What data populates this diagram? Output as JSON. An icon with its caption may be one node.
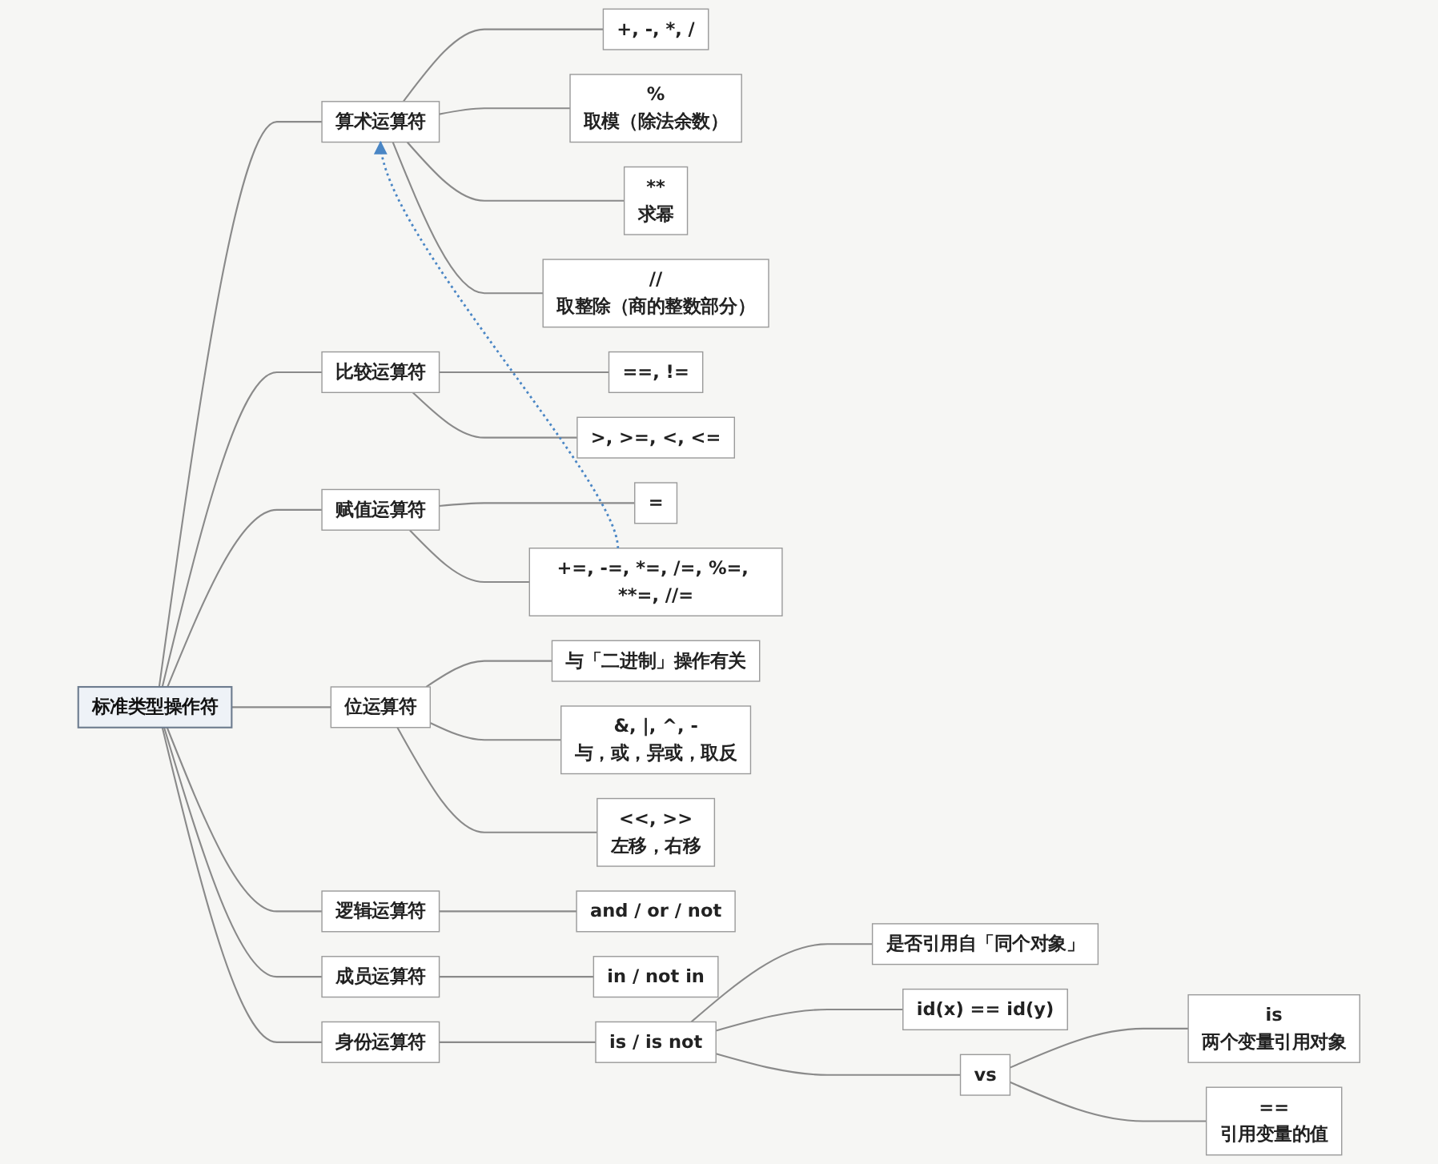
{
  "diagram": {
    "nodes": [
      {
        "text": [
          "标准类型操作符"
        ]
      },
      {
        "text": [
          "算术运算符"
        ]
      },
      {
        "text": [
          "+, -, *, /"
        ]
      },
      {
        "text": [
          "%",
          "取模（除法余数）"
        ]
      },
      {
        "text": [
          "**",
          "求幂"
        ]
      },
      {
        "text": [
          "//",
          "取整除（商的整数部分）"
        ]
      },
      {
        "text": [
          "比较运算符"
        ]
      },
      {
        "text": [
          "==, !="
        ]
      },
      {
        "text": [
          ">, >=, <, <="
        ]
      },
      {
        "text": [
          "赋值运算符"
        ]
      },
      {
        "text": [
          "="
        ]
      },
      {
        "text": [
          "+=, -=, *=, /=, %=, **=, //="
        ]
      },
      {
        "text": [
          "位运算符"
        ]
      },
      {
        "text": [
          "与「二进制」操作有关"
        ]
      },
      {
        "text": [
          "&, |, ^, -",
          "与，或，异或，取反"
        ]
      },
      {
        "text": [
          "<<, >>",
          "左移，右移"
        ]
      },
      {
        "text": [
          "逻辑运算符"
        ]
      },
      {
        "text": [
          "and / or / not"
        ]
      },
      {
        "text": [
          "成员运算符"
        ]
      },
      {
        "text": [
          "in / not in"
        ]
      },
      {
        "text": [
          "身份运算符"
        ]
      },
      {
        "text": [
          "is / is not"
        ]
      },
      {
        "text": [
          "是否引用自「同个对象」"
        ]
      },
      {
        "text": [
          "id(x) == id(y)"
        ]
      },
      {
        "text": [
          "vs"
        ]
      },
      {
        "text": [
          "is",
          "两个变量引用对象"
        ]
      },
      {
        "text": [
          "==",
          "引用变量的值"
        ]
      }
    ],
    "edges": [
      {
        "from": 0,
        "to": 1,
        "arrow": "none"
      },
      {
        "from": 1,
        "to": 2,
        "arrow": "none"
      },
      {
        "from": 1,
        "to": 3,
        "arrow": "none"
      },
      {
        "from": 1,
        "to": 4,
        "arrow": "none"
      },
      {
        "from": 1,
        "to": 5,
        "arrow": "none"
      },
      {
        "from": 0,
        "to": 6,
        "arrow": "none"
      },
      {
        "from": 6,
        "to": 7,
        "arrow": "none"
      },
      {
        "from": 6,
        "to": 8,
        "arrow": "none"
      },
      {
        "from": 0,
        "to": 9,
        "arrow": "none"
      },
      {
        "from": 9,
        "to": 10,
        "arrow": "none"
      },
      {
        "from": 9,
        "to": 11,
        "arrow": "none"
      },
      {
        "from": 0,
        "to": 12,
        "arrow": "none"
      },
      {
        "from": 12,
        "to": 13,
        "arrow": "none"
      },
      {
        "from": 12,
        "to": 14,
        "arrow": "none"
      },
      {
        "from": 12,
        "to": 15,
        "arrow": "none"
      },
      {
        "from": 0,
        "to": 16,
        "arrow": "none"
      },
      {
        "from": 16,
        "to": 17,
        "arrow": "none"
      },
      {
        "from": 0,
        "to": 18,
        "arrow": "none"
      },
      {
        "from": 18,
        "to": 19,
        "arrow": "none"
      },
      {
        "from": 0,
        "to": 20,
        "arrow": "none"
      },
      {
        "from": 20,
        "to": 21,
        "arrow": "none"
      },
      {
        "from": 21,
        "to": 22,
        "arrow": "none"
      },
      {
        "from": 21,
        "to": 23,
        "arrow": "none"
      },
      {
        "from": 21,
        "to": 24,
        "arrow": "none"
      },
      {
        "from": 24,
        "to": 25,
        "arrow": "none"
      },
      {
        "from": 24,
        "to": 26,
        "arrow": "none"
      },
      {
        "from": 11,
        "to": 1,
        "arrow": "to",
        "style": "dashed",
        "color": "#4a86c5"
      }
    ]
  }
}
